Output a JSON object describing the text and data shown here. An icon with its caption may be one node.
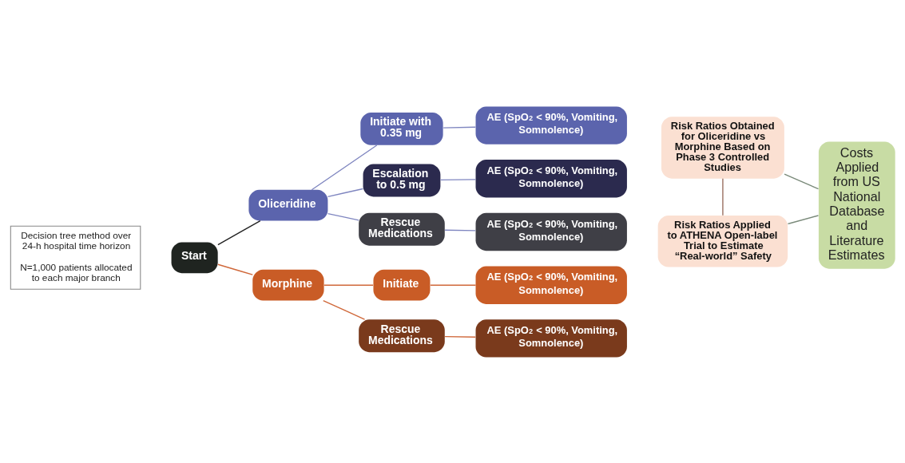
{
  "diagram": {
    "nodes": [
      {
        "text": [
          "Decision tree method over 24-h hospital time horizon",
          "N=1,000 patients allocated to each major branch"
        ]
      },
      {
        "text": [
          "Start"
        ]
      },
      {
        "text": [
          "Oliceridine"
        ]
      },
      {
        "text": [
          "Morphine"
        ]
      },
      {
        "text": [
          "Initiate with 0.35 mg"
        ]
      },
      {
        "text": [
          "Escalation to 0.5 mg"
        ]
      },
      {
        "text": [
          "Rescue Medications"
        ]
      },
      {
        "text": [
          "AE (SpO$_{2}$ < 90%, Vomiting, Somnolence)"
        ]
      },
      {
        "text": [
          "AE (SpO$_{2}$ < 90%, Vomiting, Somnolence)"
        ]
      },
      {
        "text": [
          "AE (SpO$_{2}$ < 90%, Vomiting, Somnolence)"
        ]
      },
      {
        "text": [
          "Initiate"
        ]
      },
      {
        "text": [
          "Rescue Medications"
        ]
      },
      {
        "text": [
          "AE (SpO$_{2}$ < 90%, Vomiting, Somnolence)"
        ]
      },
      {
        "text": [
          "AE (SpO$_{2}$ < 90%, Vomiting, Somnolence)"
        ]
      },
      {
        "text": [
          "Risk Ratios Obtained for Oliceridine vs Morphine Based on Phase 3 Controlled Studies"
        ]
      },
      {
        "text": [
          "Risk Ratios Applied to ATHENA Open-label Trial to Estimate “Real-world” Safety"
        ]
      },
      {
        "text": [
          "Costs Applied from US National Database and Literature Estimates"
        ]
      }
    ],
    "edges": [
      {
        "from": 1,
        "to": 2,
        "arrow": "none",
        "color": "#222222"
      },
      {
        "from": 1,
        "to": 3,
        "arrow": "none",
        "color": "#d0683a"
      },
      {
        "from": 2,
        "to": 4,
        "arrow": "none"
      },
      {
        "from": 2,
        "to": 5,
        "arrow": "none"
      },
      {
        "from": 2,
        "to": 6,
        "arrow": "none"
      },
      {
        "from": 3,
        "to": 10,
        "arrow": "none",
        "color": "#d0683a"
      },
      {
        "from": 3,
        "to": 11,
        "arrow": "none",
        "color": "#d0683a"
      },
      {
        "from": 4,
        "to": 7,
        "arrow": "none"
      },
      {
        "from": 5,
        "to": 8,
        "arrow": "none"
      },
      {
        "from": 6,
        "to": 9,
        "arrow": "none"
      },
      {
        "from": 10,
        "to": 12,
        "arrow": "none",
        "color": "#d0683a"
      },
      {
        "from": 11,
        "to": 13,
        "arrow": "none",
        "color": "#d0683a"
      },
      {
        "from": 14,
        "to": 15,
        "arrow": "none",
        "color": "#9a7060"
      },
      {
        "from": 14,
        "to": 16,
        "arrow": "none",
        "color": "#7a8a7a"
      },
      {
        "from": 15,
        "to": 16,
        "arrow": "none",
        "color": "#7a8a7a"
      }
    ]
  }
}
